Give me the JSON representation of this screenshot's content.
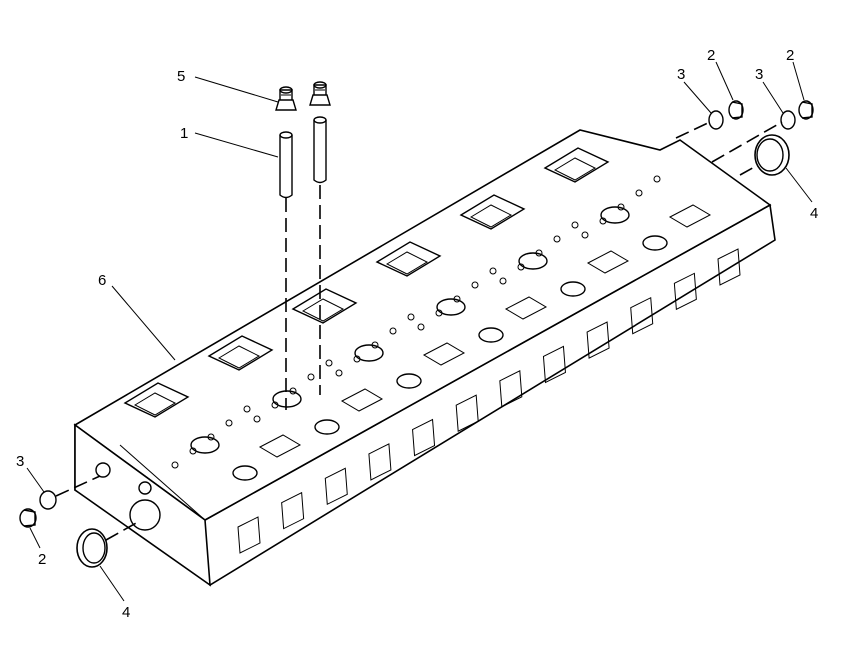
{
  "callouts": {
    "guide": "1",
    "plug": "2",
    "seal": "3",
    "cap": "4",
    "valve_seal": "5",
    "cylinder_head": "6"
  }
}
